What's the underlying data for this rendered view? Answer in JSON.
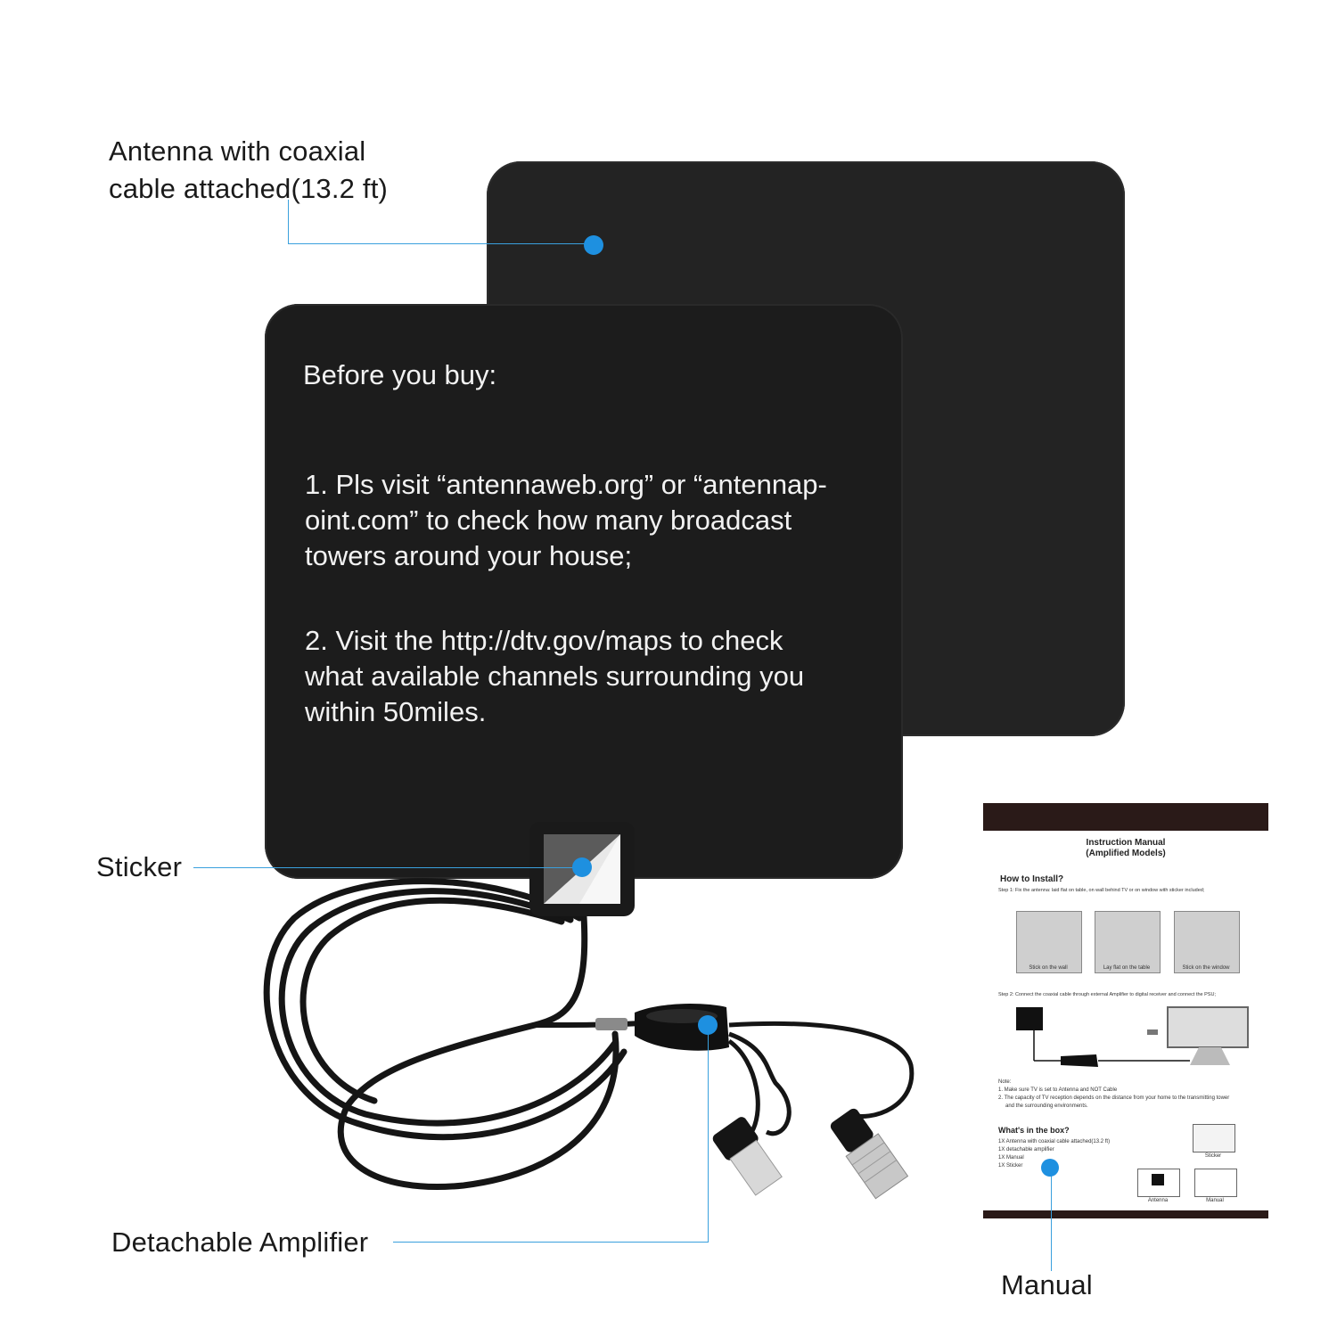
{
  "callouts": {
    "antenna_line1": "Antenna with coaxial",
    "antenna_line2": "cable attached(13.2 ft)",
    "sticker": "Sticker",
    "amplifier": "Detachable Amplifier",
    "manual": "Manual"
  },
  "panel": {
    "heading": "Before you buy:",
    "item1_line1": "1. Pls visit “antennaweb.org” or “antennap-",
    "item1_line2": "oint.com” to check how many broadcast",
    "item1_line3": "towers around your house;",
    "item2_line1": "2. Visit the http://dtv.gov/maps to check",
    "item2_line2": "what available channels surrounding you",
    "item2_line3": "within 50miles."
  },
  "manual": {
    "title_line1": "Instruction Manual",
    "title_line2": "(Amplified Models)",
    "how_to": "How to Install?",
    "step1": "Step 1: Fix the antenna: laid flat on table, on wall behind TV or on window with sticker included;",
    "photo1": "Stick on the wall",
    "photo2": "Lay flat on the table",
    "photo3": "Stick on the window",
    "step2": "Step 2: Connect the coaxial cable through external Amplifier to digital receiver and connect the PSU;",
    "note": "Note:",
    "note1": "1.  Make sure  TV is set to Antenna and NOT Cable",
    "note2": "2.  The capacity of TV reception depends on the distance from your home to the transmitting tower",
    "note2b": "and the surrounding environments.",
    "whats_in_box": "What's in the box?",
    "box1": "1X Antenna with coaxial cable attached(13.2 ft)",
    "box2": "1X detachable amplifier",
    "box3": "1X Manual",
    "box4": "1X Sticker",
    "thumb_sticker": "Sticker",
    "thumb_antenna": "Antenna",
    "thumb_manual": "Manual"
  },
  "colors": {
    "accent": "#1e90e0",
    "leader_line": "#3aa0dd",
    "panel": "#1c1c1c",
    "manual_bar": "#2a1a18"
  }
}
